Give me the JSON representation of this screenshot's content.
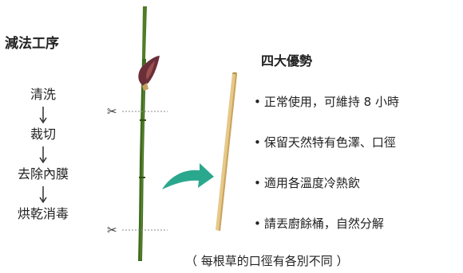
{
  "process": {
    "title": "減法工序",
    "steps": [
      "清洗",
      "裁切",
      "去除內膜",
      "烘乾消毒"
    ]
  },
  "advantages": {
    "title": "四大優勢",
    "bullet": "•",
    "items": [
      "正常使用，可維持 8 小時",
      "保留天然特有色澤、口徑",
      "適用各溫度冷熱飲",
      "請丟廚餘桶，自然分解"
    ]
  },
  "marks": {
    "scissors": "✂"
  },
  "footnote": "（ 每根草的口徑有各別不同 ）",
  "colors": {
    "stem": "#3f6b1f",
    "stem_highlight": "#6f9a3a",
    "flower": "#6b2f3a",
    "straw": "#e6c98a",
    "straw_shadow": "#c9a35e",
    "arrow": "#2aa88e",
    "cut_line": "#888888"
  }
}
